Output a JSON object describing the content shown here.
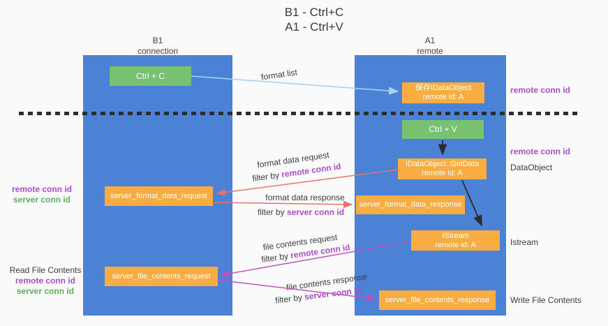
{
  "title": {
    "line1": "B1 - Ctrl+C",
    "line2": "A1 - Ctrl+V"
  },
  "lanes": {
    "left": {
      "name": "B1",
      "role": "connection"
    },
    "right": {
      "name": "A1",
      "role": "remote"
    }
  },
  "nodes": {
    "ctrl_c": "Ctrl + C",
    "ctrl_v": "Ctrl + V",
    "save_idataobject": {
      "line1": "保存IDataObject",
      "line2": "remote id: A"
    },
    "idataobject_getdata": {
      "line1": "IDataObject::GetData",
      "line2": "remote id: A"
    },
    "istream": {
      "line1": "IStream",
      "line2": "remote id: A"
    },
    "server_format_data_request": "server_format_data_request",
    "server_format_data_response": "server_format_data_response",
    "server_file_contents_request": "server_file_contents_request",
    "server_file_contents_response": "server_file_contents_response"
  },
  "flow_labels": {
    "format_list": "format list",
    "format_data_request": "format data request",
    "format_data_response": "format data response",
    "file_contents_request": "file contents request",
    "file_contents_response": "file contents response",
    "filter_by": "filter by ",
    "remote_conn_id": "remote conn id",
    "server_conn_id": "server conn id"
  },
  "annotations": {
    "right": {
      "remote_conn_id_top": "remote conn id",
      "remote_conn_id_mid": "remote conn id",
      "dataobject": "DataObject",
      "istream": "Istream",
      "write_file_contents": "Write File Contents"
    },
    "left": {
      "remote_conn_id": "remote conn id",
      "server_conn_id": "server conn id",
      "read_file_contents": "Read File Contents",
      "read_remote_conn_id": "remote conn id",
      "read_server_conn_id": "server conn id"
    }
  },
  "colors": {
    "lane_blue": "#4c82d6",
    "node_green": "#77c170",
    "node_orange": "#f9ac42",
    "arrow_salmon": "#e5736d",
    "arrow_magenta": "#c44fc0",
    "arrow_light_blue": "#a8d2f0",
    "arrow_black": "#2b2b2b",
    "label_purple": "#ab4ec6",
    "label_green": "#56b356"
  }
}
